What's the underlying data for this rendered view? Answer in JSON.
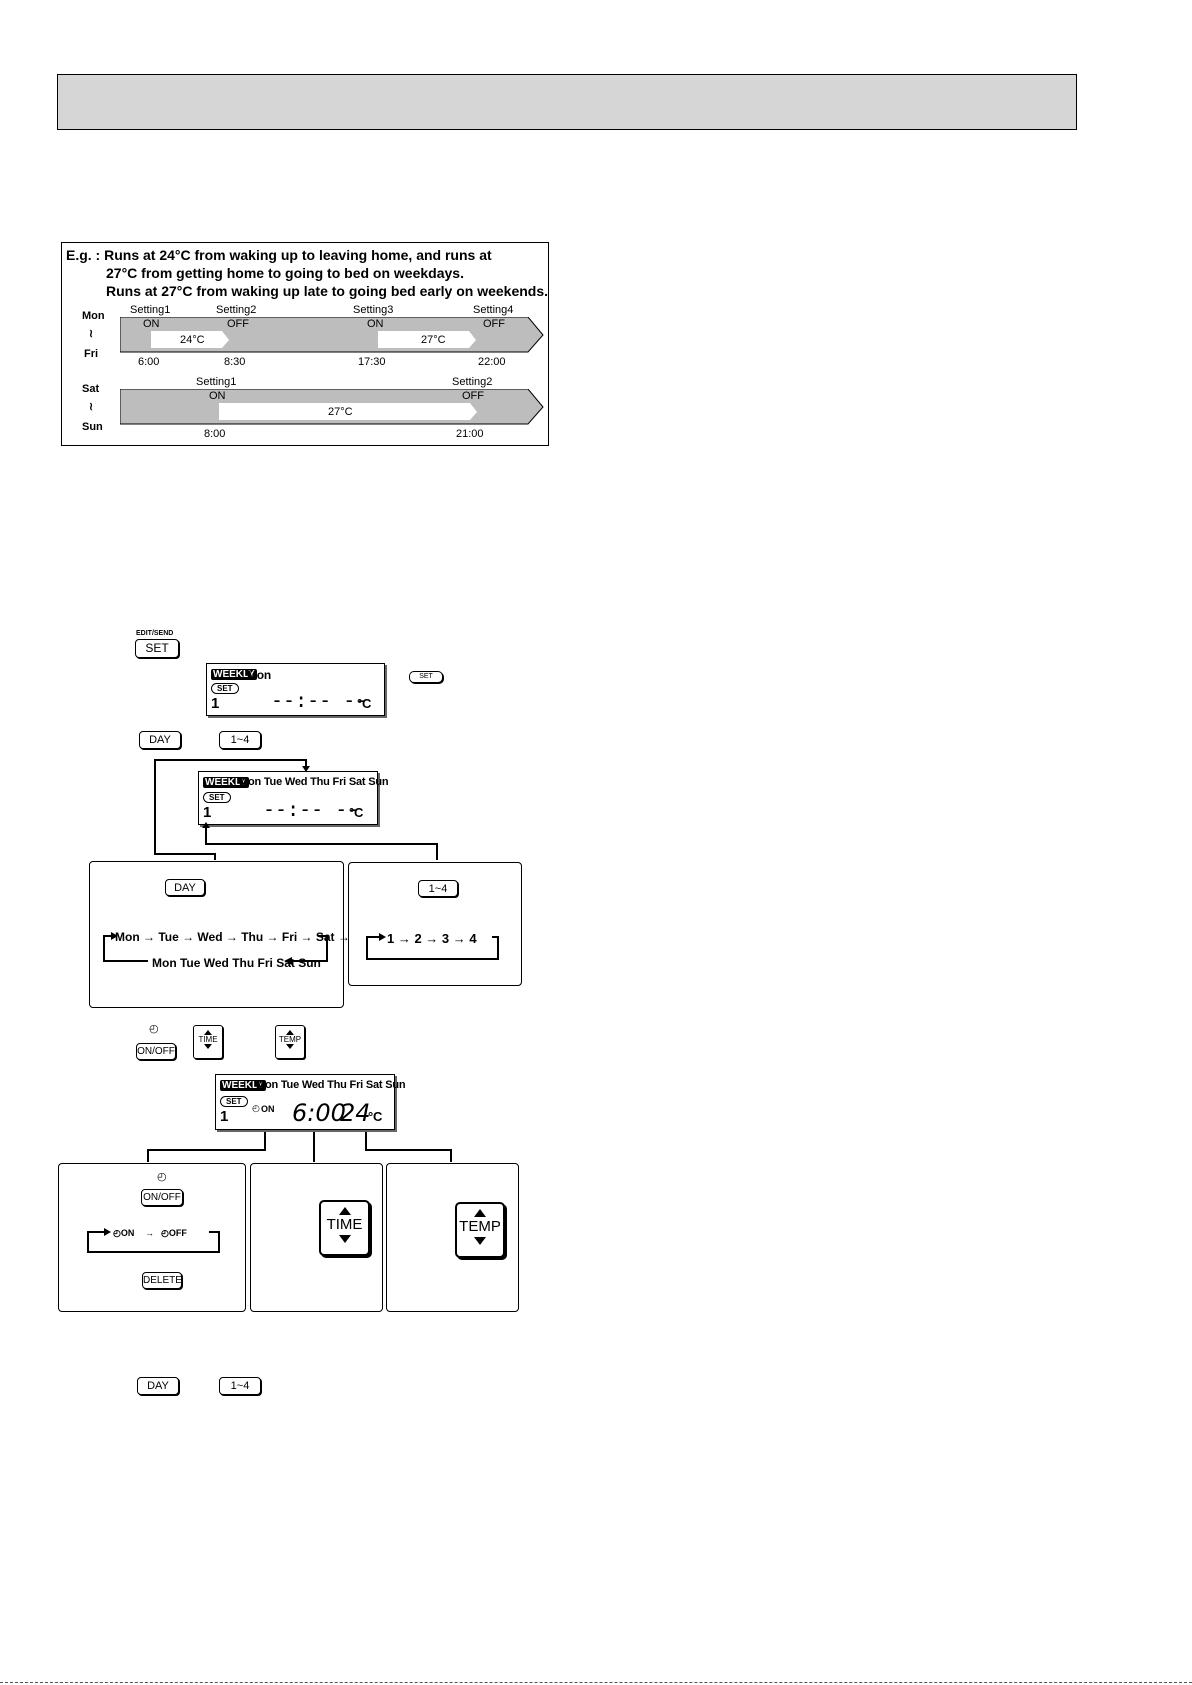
{
  "example": {
    "line1": "E.g. : Runs at 24°C from waking up to leaving home, and runs at",
    "line2": "27°C from getting home to going to bed on weekdays.",
    "line3": "Runs at 27°C from waking up late to going bed early on weekends.",
    "weekday": {
      "day_start": "Mon",
      "tilde": "≀",
      "day_end": "Fri",
      "settings": [
        "Setting1",
        "Setting2",
        "Setting3",
        "Setting4"
      ],
      "states": [
        "ON",
        "OFF",
        "ON",
        "OFF"
      ],
      "times": [
        "6:00",
        "8:30",
        "17:30",
        "22:00"
      ],
      "temps": [
        "24°C",
        "27°C"
      ]
    },
    "weekend": {
      "day_start": "Sat",
      "tilde": "≀",
      "day_end": "Sun",
      "settings": [
        "Setting1",
        "Setting2"
      ],
      "states": [
        "ON",
        "OFF"
      ],
      "times": [
        "8:00",
        "21:00"
      ],
      "temp": "27°C"
    }
  },
  "keys": {
    "edit_send_label": "EDIT/SEND",
    "set": "SET",
    "day": "DAY",
    "one_to_four": "1~4",
    "on_off": "ON/OFF",
    "time": "TIME",
    "temp": "TEMP",
    "delete": "DELETE"
  },
  "lcd1": {
    "weekly": "WEEKLY",
    "day": "Mon",
    "set": "SET",
    "num": "1",
    "display": "--:-- --",
    "unit": "°C"
  },
  "lcd2": {
    "weekly": "WEEKLY",
    "days": "Mon Tue Wed Thu Fri Sat Sun",
    "set": "SET",
    "num": "1",
    "display": "--:-- --",
    "unit": "°C"
  },
  "day_panel": {
    "sequence": "Mon → Tue → Wed → Thu → Fri → Sat → Sun",
    "return_row": "Mon Tue Wed Thu Fri Sat Sun"
  },
  "num_panel": {
    "sequence": "1 → 2 → 3 → 4"
  },
  "lcd3": {
    "weekly": "WEEKLY",
    "days": "Mon Tue Wed Thu Fri Sat Sun",
    "set": "SET",
    "num": "1",
    "on_label": "ON",
    "time": "6:00",
    "temp": "24",
    "unit": "°C"
  },
  "onoff_panel": {
    "on": "ON",
    "off": "OFF"
  }
}
